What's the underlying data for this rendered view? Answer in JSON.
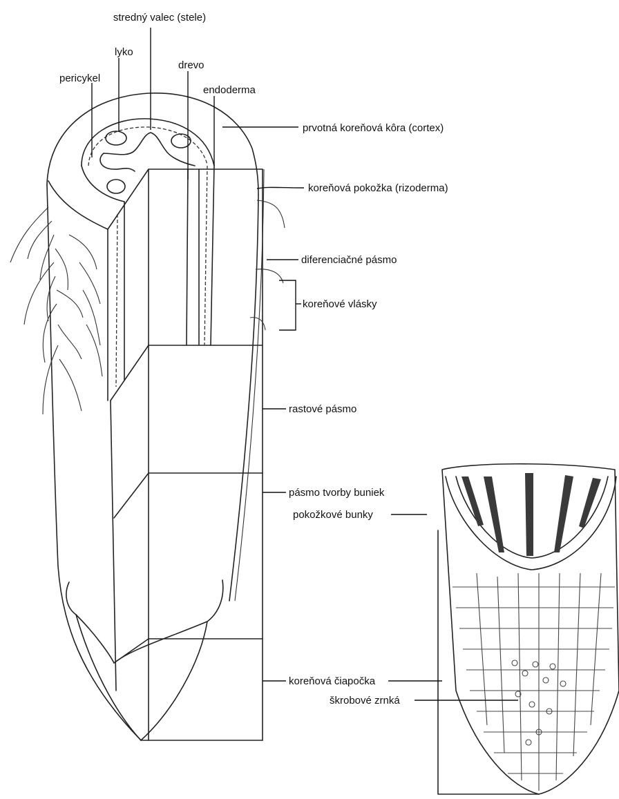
{
  "labels": {
    "stele": "stredný valec (stele)",
    "lyko": "lyko",
    "drevo": "drevo",
    "pericykel": "pericykel",
    "endoderma": "endoderma",
    "cortex": "prvotná koreňová kôra (cortex)",
    "rizoderma": "koreňová pokožka (rizoderma)",
    "diferenciacne": "diferenciačné pásmo",
    "vlasky": "koreňové vlásky",
    "rastove": "rastové pásmo",
    "tvorby": "pásmo tvorby buniek",
    "pokozkove": "pokožkové bunky",
    "ciapocka": "koreňová čiapočka",
    "skrobove": "škrobové zrnká"
  },
  "colors": {
    "line": "#222222",
    "text": "#111111",
    "background": "#ffffff"
  }
}
